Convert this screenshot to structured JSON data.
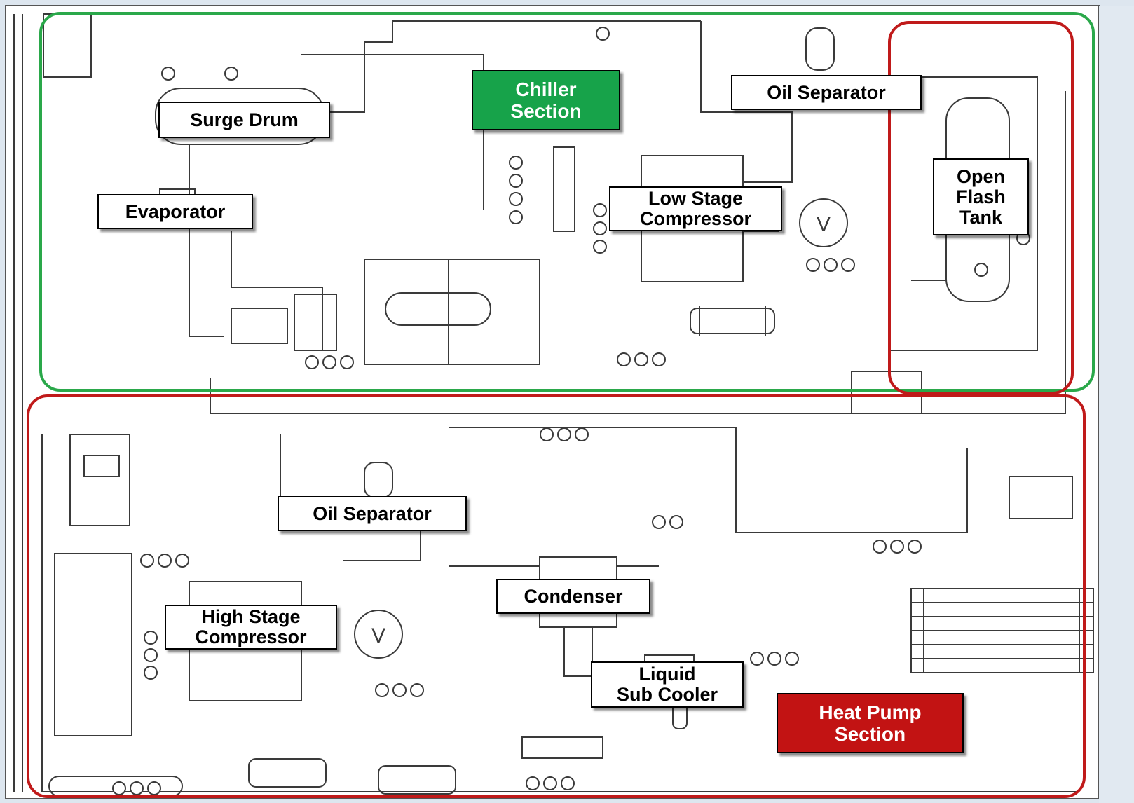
{
  "labels": {
    "surge_drum": "Surge Drum",
    "evaporator": "Evaporator",
    "chiller_section": "Chiller\nSection",
    "oil_separator_top": "Oil Separator",
    "low_stage_compressor": "Low Stage\nCompressor",
    "open_flash_tank": "Open\nFlash\nTank",
    "oil_separator_bottom": "Oil Separator",
    "condenser": "Condenser",
    "high_stage_compressor": "High Stage\nCompressor",
    "liquid_sub_cooler": "Liquid\nSub Cooler",
    "heat_pump_section": "Heat Pump\nSection"
  },
  "colors": {
    "chiller_region": "#2aa84a",
    "chiller_label_bg": "#17a34a",
    "heat_pump_region": "#c01a1a",
    "heat_pump_label_bg": "#c21313",
    "section_text": "#ffffff",
    "line": "#3a3a3a"
  },
  "icons": {
    "motor": "motor-symbol-icon",
    "valve": "valve-icon",
    "instrument": "instrument-bubble-icon"
  }
}
